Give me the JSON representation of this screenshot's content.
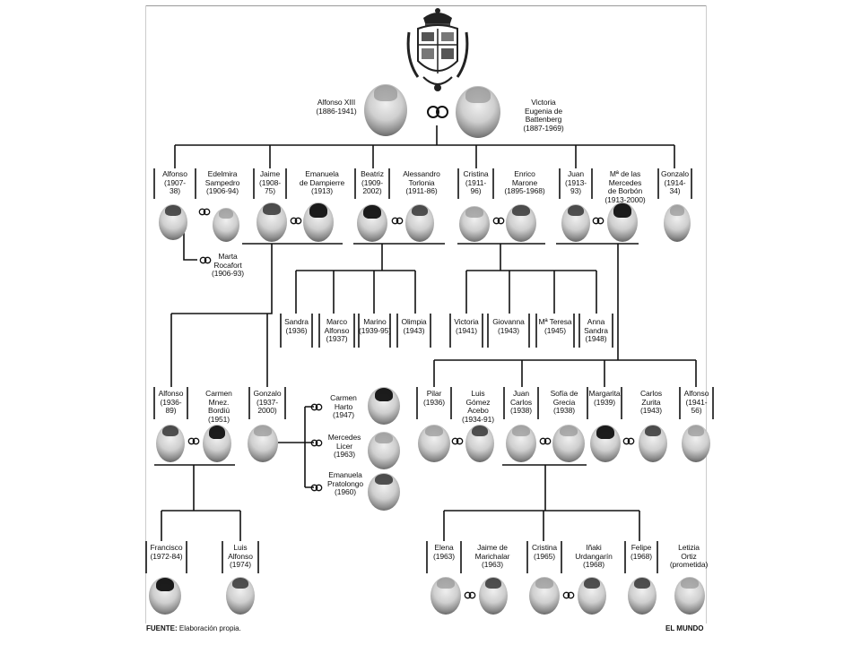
{
  "royals": {
    "alfonso_xiii": "Alfonso XIII\n(1886-1941)",
    "victoria_eugenia": "Victoria\nEugenia de\nBattenberg\n(1887-1969)"
  },
  "gen1": {
    "alfonso": "Alfonso\n(1907-\n38)",
    "edelmira": "Edelmira\nSampedro\n(1906-94)",
    "jaime": "Jaime\n(1908-\n75)",
    "emanuela": "Emanuela\nde Dampierre\n(1913)",
    "beatriz": "Beatriz\n(1909-\n2002)",
    "alessandro": "Alessandro\nTorlonia\n(1911-86)",
    "cristina": "Cristina\n(1911-\n96)",
    "enrico": "Enrico\nMarone\n(1895-1968)",
    "juan": "Juan\n(1913-\n93)",
    "mercedes": "Mª de las\nMercedes\nde Borbón\n(1913-2000)",
    "gonzalo": "Gonzalo\n(1914-\n34)",
    "marta": "Marta\nRocafort\n(1906-93)"
  },
  "torlonia_children": [
    "Sandra\n(1936)",
    "Marco\nAlfonso\n(1937)",
    "Marino\n(1939-95)",
    "Olimpia\n(1943)"
  ],
  "marone_children": [
    "Victoria\n(1941)",
    "Giovanna\n(1943)",
    "Mª Teresa\n(1945)",
    "Anna\nSandra\n(1948)"
  ],
  "gen2": {
    "alfonso": "Alfonso\n(1936-\n89)",
    "carmen_bordiu": "Carmen\nMnez.\nBordiú\n(1951)",
    "gonzalo": "Gonzalo\n(1937-\n2000)",
    "carmen_harto": "Carmen\nHarto\n(1947)",
    "mercedes_licer": "Mercedes\nLicer\n(1963)",
    "emanuela_pratolongo": "Emanuela\nPratolongo\n(1960)",
    "pilar": "Pilar\n(1936)",
    "luis_gomez": "Luis\nGómez\nAcebo\n(1934-91)",
    "juan_carlos": "Juan\nCarlos\n(1938)",
    "sofia": "Sofía de\nGrecia\n(1938)",
    "margarita": "Margarita\n(1939)",
    "carlos_zurita": "Carlos\nZurita\n(1943)",
    "alfonso_b": "Alfonso\n(1941-\n56)"
  },
  "gen3": {
    "francisco": "Francisco\n(1972-84)",
    "luis_alfonso": "Luis\nAlfonso\n(1974)",
    "elena": "Elena\n(1963)",
    "jaime_marichalar": "Jaime de\nMarichalar\n(1963)",
    "cristina": "Cristina\n(1965)",
    "inaki": "Iñaki\nUrdangarín\n(1968)",
    "felipe": "Felipe\n(1968)",
    "letizia": "Letizia\nOrtiz\n(prometida)"
  },
  "footer": {
    "source_label": "FUENTE:",
    "source_text": "Elaboración propia.",
    "publisher": "EL MUNDO"
  }
}
